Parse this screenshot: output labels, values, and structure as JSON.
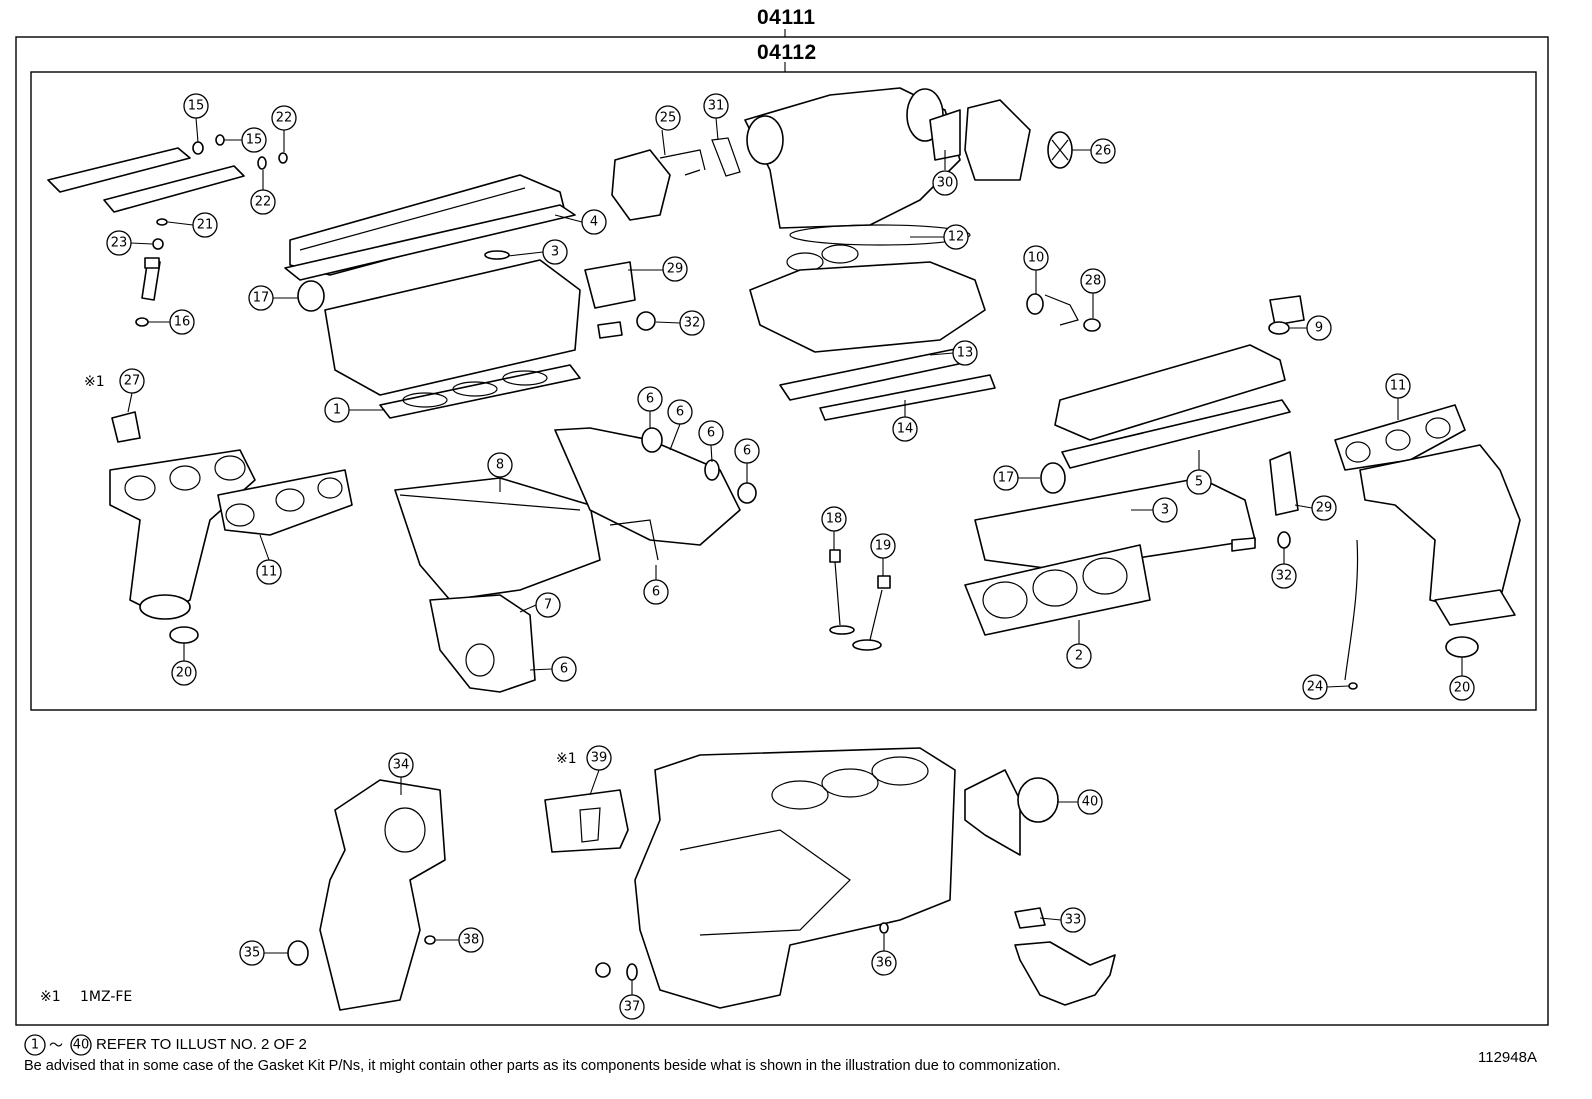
{
  "kits": {
    "outer_label": "04111",
    "inner_label": "04112"
  },
  "footnote_marker": {
    "symbol": "※1",
    "text": "1MZ-FE"
  },
  "refer_note": {
    "range_start": "1",
    "range_sep": "～",
    "range_end": "40",
    "text": "REFER TO ILLUST NO. 2 OF 2"
  },
  "advisory": "Be advised that in some case of the Gasket Kit P/Ns,  it might contain other parts as its components beside what is shown in the illustration due to commonization.",
  "illustration_id": "112948A",
  "callouts": [
    "1",
    "2",
    "3",
    "4",
    "5",
    "6",
    "7",
    "8",
    "9",
    "10",
    "11",
    "12",
    "13",
    "14",
    "15",
    "16",
    "17",
    "18",
    "19",
    "20",
    "21",
    "22",
    "23",
    "24",
    "25",
    "26",
    "27",
    "28",
    "29",
    "30",
    "31",
    "32",
    "33",
    "34",
    "35",
    "36",
    "37",
    "38",
    "39",
    "40"
  ]
}
